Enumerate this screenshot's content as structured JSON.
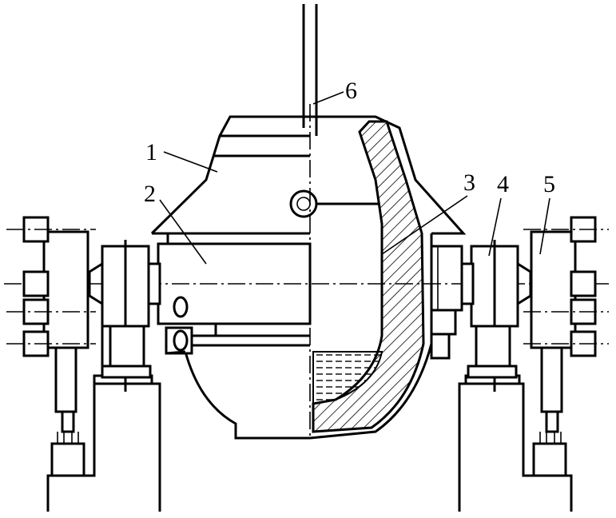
{
  "labels": [
    {
      "id": "1",
      "text": "1"
    },
    {
      "id": "2",
      "text": "2"
    },
    {
      "id": "3",
      "text": "3"
    },
    {
      "id": "4",
      "text": "4"
    },
    {
      "id": "5",
      "text": "5"
    },
    {
      "id": "6",
      "text": "6"
    }
  ],
  "colors": {
    "line": "#000000",
    "background": "#ffffff"
  }
}
